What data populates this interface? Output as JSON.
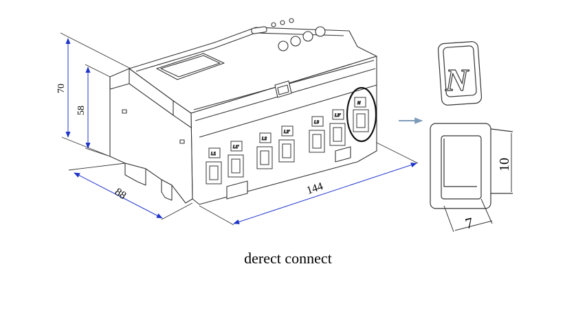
{
  "dimensions": {
    "height_total": "70",
    "height_front": "58",
    "depth": "88",
    "width": "144",
    "cover_height": "10",
    "cover_depth": "7"
  },
  "terminals": [
    "L1",
    "L1'",
    "L2",
    "L2'",
    "L3",
    "L3'",
    "N"
  ],
  "cover_letter": "N",
  "caption": "derect connect",
  "colors": {
    "line": "#333333",
    "arrow": "#1f35c9",
    "pointer": "#7d9ab8"
  }
}
